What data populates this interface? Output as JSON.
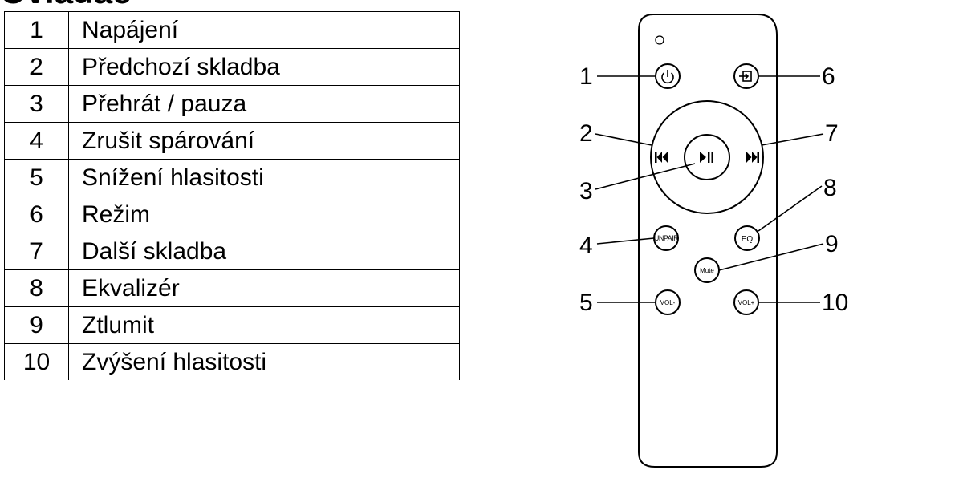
{
  "heading": "Ovladač",
  "rows": [
    {
      "num": "1",
      "label": "Napájení"
    },
    {
      "num": "2",
      "label": "Předchozí skladba"
    },
    {
      "num": "3",
      "label": "Přehrát / pauza"
    },
    {
      "num": "4",
      "label": "Zrušit spárování"
    },
    {
      "num": "5",
      "label": "Snížení hlasitosti"
    },
    {
      "num": "6",
      "label": "Režim"
    },
    {
      "num": "7",
      "label": "Další skladba"
    },
    {
      "num": "8",
      "label": "Ekvalizér"
    },
    {
      "num": "9",
      "label": "Ztlumit"
    },
    {
      "num": "10",
      "label": "Zvýšení hlasitosti"
    }
  ],
  "remote": {
    "callouts": [
      "1",
      "2",
      "3",
      "4",
      "5",
      "6",
      "7",
      "8",
      "9",
      "10"
    ],
    "buttons": {
      "power_icon": "power-icon",
      "mode_icon": "input-source-icon",
      "prev_icon": "previous-track-icon",
      "play_icon": "play-pause-icon",
      "next_icon": "next-track-icon",
      "unpair": "UNPAIR",
      "eq": "EQ",
      "mute": "Mute",
      "vol_down": "VOL-",
      "vol_up": "VOL+"
    }
  }
}
